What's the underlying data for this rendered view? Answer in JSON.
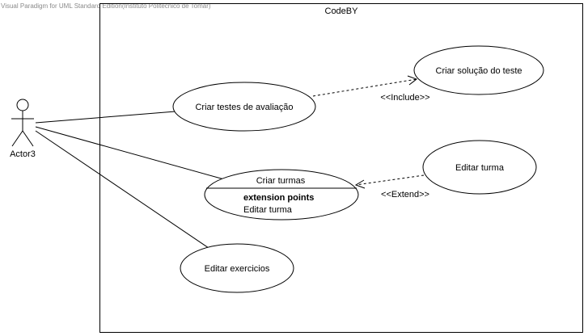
{
  "watermark": "Visual Paradigm for UML Standard Edition(Instituto Politecnico de Tomar)",
  "system": {
    "name": "CodeBY"
  },
  "actor": {
    "name": "Actor3"
  },
  "use_cases": {
    "criar_testes": "Criar testes de avaliação",
    "criar_solucao": "Criar solução do teste",
    "criar_turmas": {
      "name": "Criar turmas",
      "extension_points_label": "extension points",
      "extension_point": "Editar turma"
    },
    "editar_turma": "Editar turma",
    "editar_exercicios": "Editar exercicios"
  },
  "relationships": {
    "include": "<<Include>>",
    "extend": "<<Extend>>"
  }
}
